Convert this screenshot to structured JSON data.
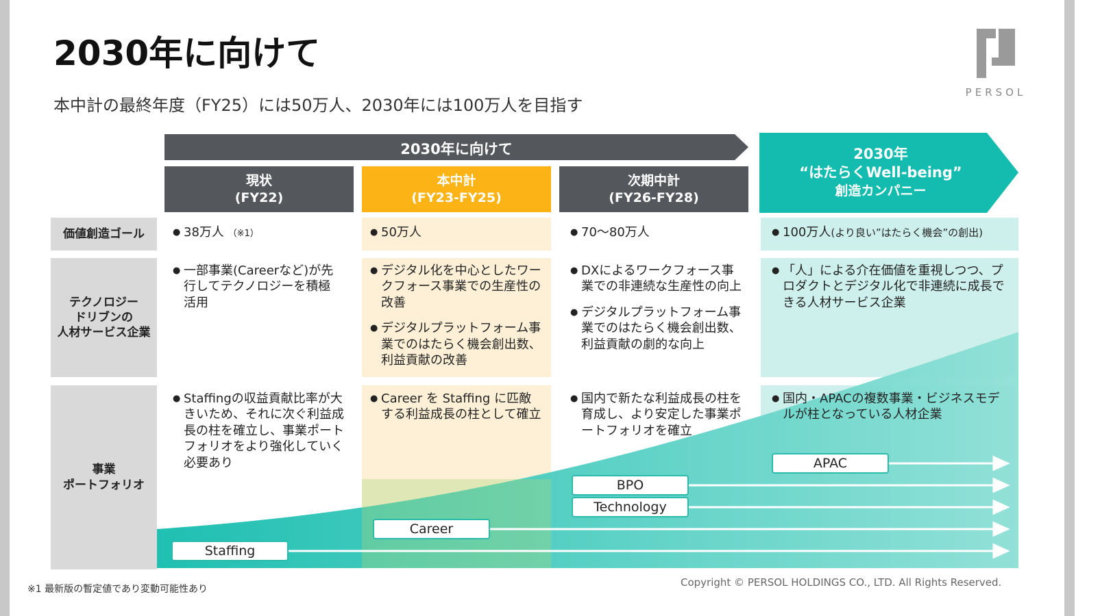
{
  "title": "2030年に向けて",
  "subtitle": "本中計の最終年度（FY25）には50万人、2030年には100万人を目指す",
  "logo": {
    "text": "PERSOL"
  },
  "band_label": "2030年に向けて",
  "columns": [
    {
      "line1": "現状",
      "line2": "(FY22)"
    },
    {
      "line1": "本中計",
      "line2": "(FY23-FY25)"
    },
    {
      "line1": "次期中計",
      "line2": "(FY26-FY28)"
    },
    {
      "line1": "2030年",
      "line2": "“はたらくWell-being”",
      "line3": "創造カンパニー"
    }
  ],
  "rows": [
    {
      "label": "価値創造ゴール",
      "cells": [
        [
          "38万人"
        ],
        [
          "50万人"
        ],
        [
          "70～80万人"
        ],
        [
          "100万人"
        ]
      ],
      "notes": [
        "（※1）",
        "",
        "",
        "(より良い”はたらく機会”の創出)"
      ]
    },
    {
      "label": "テクノロジー\nドリブンの\n人材サービス企業",
      "cells": [
        [
          "一部事業(Careerなど)が先行してテクノロジーを積極活用"
        ],
        [
          "デジタル化を中心としたワークフォース事業での生産性の改善",
          "デジタルプラットフォーム事業でのはたらく機会創出数、利益貢献の改善"
        ],
        [
          "DXによるワークフォース事業での非連続な生産性の向上",
          "デジタルプラットフォーム事業でのはたらく機会創出数、利益貢献の劇的な向上"
        ],
        [
          "「人」による介在価値を重視しつつ、プロダクトとデジタル化で非連続に成長できる人材サービス企業"
        ]
      ]
    },
    {
      "label": "事業\nポートフォリオ",
      "cells": [
        [
          "Staffingの収益貢献比率が大きいため、それに次ぐ利益成長の柱を確立し、事業ポートフォリオをより強化していく必要あり"
        ],
        [
          "Career を Staffing に匹敵する利益成長の柱として確立"
        ],
        [
          "国内で新たな利益成長の柱を育成し、より安定した事業ポートフォリオを確立"
        ],
        [
          "国内・APACの複数事業・ビジネスモデルが柱となっている人材企業"
        ]
      ]
    }
  ],
  "businesses": [
    "Staffing",
    "Career",
    "Technology",
    "BPO",
    "APAC"
  ],
  "footnote": "※1 最新版の暫定値であり変動可能性あり",
  "copyright": "Copyright © PERSOL HOLDINGS CO., LTD. All Rights Reserved.",
  "colors": {
    "dark": "#54575c",
    "orange": "#fbb316",
    "teal": "#13bcae",
    "light_teal": "#cdf0ec",
    "light_yellow": "#fdf0d6"
  }
}
